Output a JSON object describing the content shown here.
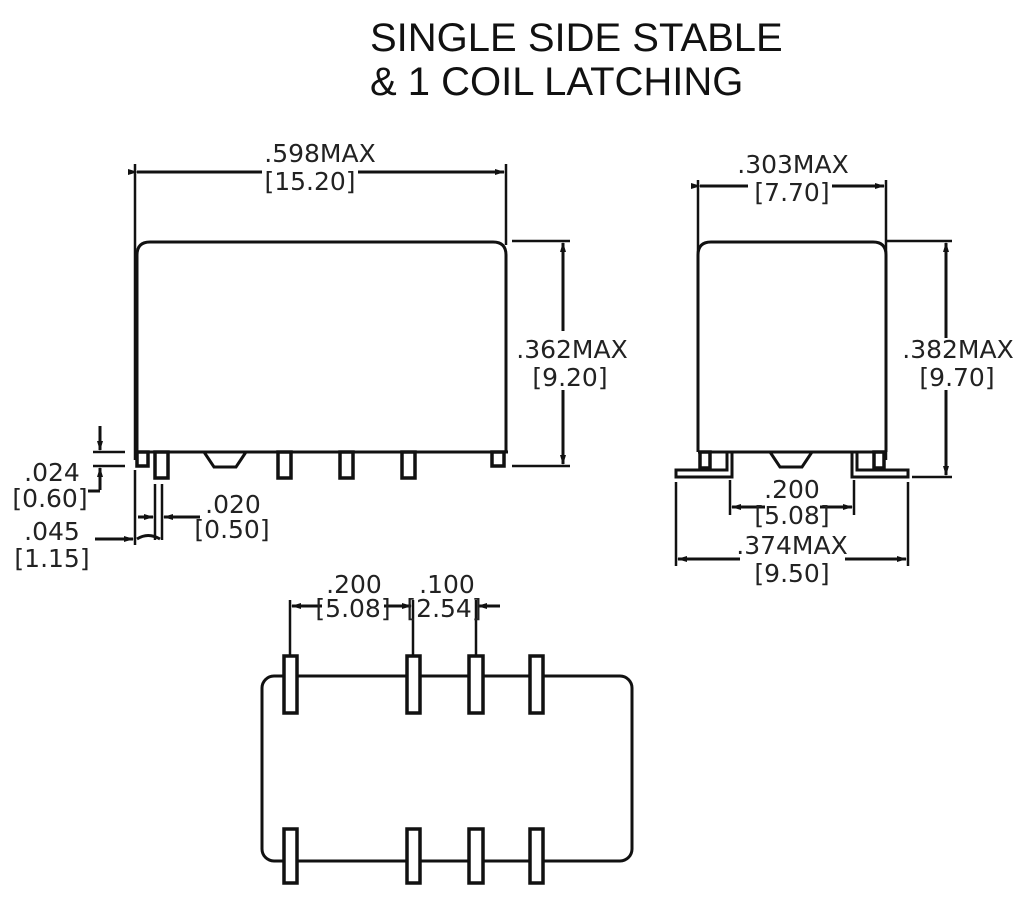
{
  "title": {
    "line1": "SINGLE SIDE STABLE",
    "line2": "& 1 COIL LATCHING"
  },
  "front_view": {
    "width": {
      "inch": ".598MAX",
      "mm": "[15.20]"
    },
    "height": {
      "inch": ".362MAX",
      "mm": "[9.20]"
    },
    "standoff": {
      "inch": ".024",
      "mm": "[0.60]"
    },
    "pin_width": {
      "inch": ".020",
      "mm": "[0.50]"
    },
    "pin_offset": {
      "inch": ".045",
      "mm": "[1.15]"
    }
  },
  "side_view": {
    "width": {
      "inch": ".303MAX",
      "mm": "[7.70]"
    },
    "height": {
      "inch": ".382MAX",
      "mm": "[9.70]"
    },
    "pin_spacing": {
      "inch": ".200",
      "mm": "[5.08]"
    },
    "overall_width": {
      "inch": ".374MAX",
      "mm": "[9.50]"
    }
  },
  "bottom_view": {
    "pitch_a": {
      "inch": ".200",
      "mm": "[5.08]"
    },
    "pitch_b": {
      "inch": ".100",
      "mm": "[2.54]"
    }
  },
  "colors": {
    "line": "#111111",
    "text": "#222222",
    "background": "#ffffff"
  }
}
